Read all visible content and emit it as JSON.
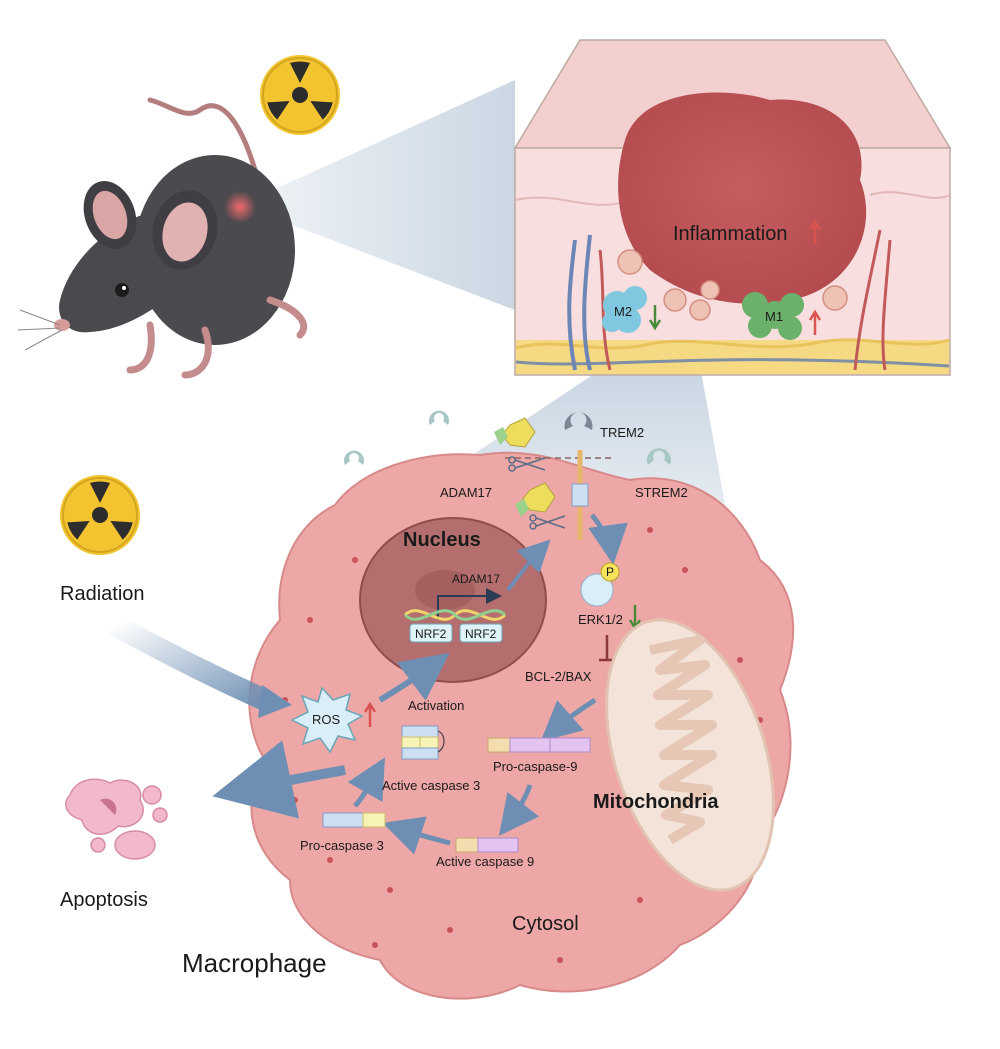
{
  "labels": {
    "inflammation": "Inflammation",
    "m2": "M2",
    "m1": "M1",
    "trem2": "TREM2",
    "strem2": "STREM2",
    "adam17_top": "ADAM17",
    "nucleus": "Nucleus",
    "adam17_gene": "ADAM17",
    "nrf2_a": "NRF2",
    "nrf2_b": "NRF2",
    "p": "P",
    "erk": "ERK1/2",
    "bcl2bax": "BCL-2/BAX",
    "radiation": "Radiation",
    "ros": "ROS",
    "activation": "Activation",
    "pro_caspase9": "Pro-caspase-9",
    "active_caspase3": "Active caspase 3",
    "pro_caspase3": "Pro-caspase 3",
    "active_caspase9": "Active caspase 9",
    "mitochondria": "Mitochondria",
    "apoptosis": "Apoptosis",
    "cytosol": "Cytosol",
    "macrophage": "Macrophage"
  },
  "colors": {
    "up_arrow": "#d9534f",
    "down_arrow": "#4a8a3a",
    "cytosol_fill": "#eda7a7",
    "nucleus_fill": "#b56e6e",
    "tissue_fill": "#f8dede",
    "wound_fill": "#c45f62",
    "hazard_yellow": "#f4c430",
    "flow_arrow": "#6e8fb3"
  },
  "icons": [
    "radiation-hazard-icon",
    "mouse-illustration",
    "scissors-icon",
    "dna-helix-icon"
  ]
}
